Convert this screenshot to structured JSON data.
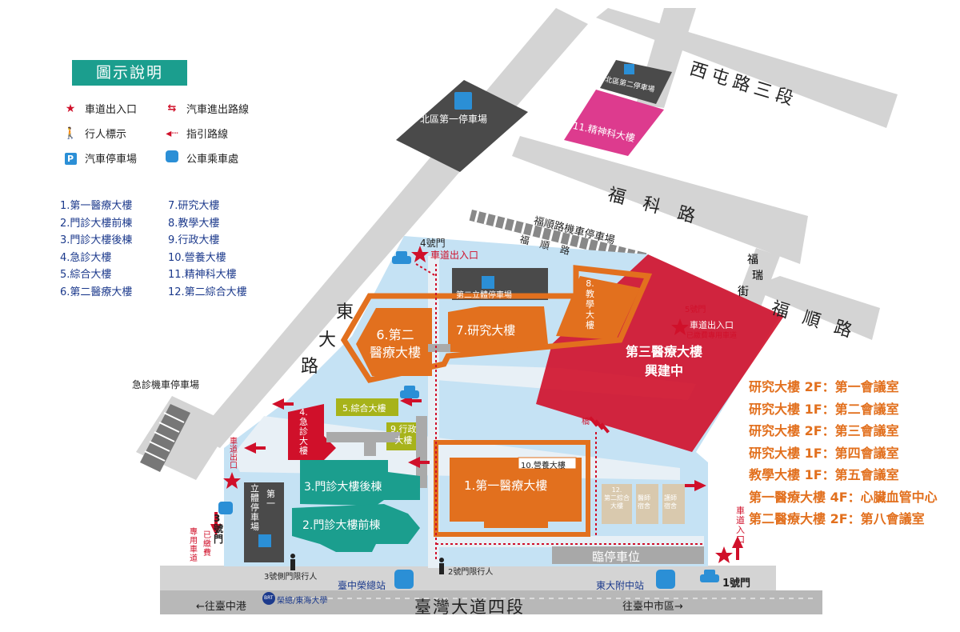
{
  "legend": {
    "title": "圖示說明",
    "items": {
      "entrance": "車道出入口",
      "car_route": "汽車進出路線",
      "pedestrian": "行人標示",
      "guide_route": "指引路線",
      "parking": "汽車停車場",
      "bus": "公車乘車處"
    },
    "parking_letter": "P"
  },
  "building_list": {
    "left": [
      "1.第一醫療大樓",
      "2.門診大樓前棟",
      "3.門診大樓後棟",
      "4.急診大樓",
      "5.綜合大樓",
      "6.第二醫療大樓"
    ],
    "right": [
      "7.研究大樓",
      "8.教學大樓",
      "9.行政大樓",
      "10.營養大樓",
      "11.精神科大樓",
      "12.第二綜合大樓"
    ]
  },
  "roads": {
    "xitun": "西屯路三段",
    "fuke": "福 科 路",
    "fushun": "福 順 路",
    "fushun_street": [
      "福",
      "瑞",
      "街"
    ],
    "dongda": [
      "東",
      "大",
      "路"
    ],
    "taiwan_blvd": "臺灣大道四段",
    "to_taichung_port": "←往臺中港",
    "to_downtown": "往臺中市區→",
    "fushun_moto": "福順路機車停車場",
    "fushun_lu_small": [
      "福",
      "順",
      "路"
    ]
  },
  "buildings": {
    "b1": "1.第一醫療大樓",
    "b2": "2.門診大樓前棟",
    "b3": "3.門診大樓後棟",
    "b4": [
      "4.",
      "急",
      "診",
      "大",
      "樓"
    ],
    "b5": "5.綜合大樓",
    "b6": [
      "6.第二",
      "醫療大樓"
    ],
    "b7": "7.研究大樓",
    "b8": [
      "8.",
      "教",
      "學",
      "大",
      "樓"
    ],
    "b9": [
      "9.行政",
      "大樓"
    ],
    "b10": "10.營養大樓",
    "b11": "11.精神科大樓",
    "b12": [
      "12.",
      "第二綜合",
      "大樓"
    ],
    "doctor_dorm": [
      "醫師",
      "宿舍"
    ],
    "nurse_dorm": [
      "護師",
      "宿舍"
    ],
    "third": [
      "第三醫療大樓",
      "興建中"
    ],
    "north_parking1": "北區第一停車場",
    "north_parking2": "北區第二停車場",
    "stereo_parking": [
      "立",
      "體",
      "停",
      "車",
      "場"
    ],
    "stereo_first": [
      "第",
      "一"
    ],
    "second_stereo": "第二立體停車場"
  },
  "labels": {
    "gate4": "4號門",
    "gate4_entry": "車道出入口",
    "gate5": "5號門",
    "gate5_entry": "車道出入口",
    "gate5_note": "已繳費專用車道",
    "gate3": [
      "3",
      "號",
      "門"
    ],
    "gate3_exit": [
      "車",
      "道",
      "出",
      "口"
    ],
    "gate3_note": [
      "已",
      "繳",
      "費"
    ],
    "gate3_note2": [
      "專",
      "用",
      "車",
      "道"
    ],
    "gate1": "1號門",
    "gate1_entry": [
      "車",
      "道",
      "入",
      "口"
    ],
    "gate3_side": "3號側門限行人",
    "gate2": "2號門限行人",
    "temp_parking": "臨停車位",
    "er_moto": "急診機車停車場",
    "bridge": "橋",
    "bus_taichung": "臺中榮總站",
    "bus_dongda": "東大附中站",
    "brt_badge": "BRT",
    "brt": "榮總/東海大學"
  },
  "rooms": [
    "研究大樓 2F：第一會議室",
    "研究大樓 1F：第二會議室",
    "研究大樓 2F：第三會議室",
    "研究大樓 1F：第四會議室",
    "教學大樓 1F：第五會議室",
    "第一醫療大樓 4F：心臟血管中心",
    "第二醫療大樓 2F：第八會議室"
  ],
  "colors": {
    "campus": "#c5e2f4",
    "road": "#d4d4d4",
    "orange": "#e2701e",
    "red": "#d0102a",
    "teal": "#1b9e8e",
    "olive": "#a7b31a",
    "gray_bldg": "#4a4a4a",
    "magenta": "#dd3b8e",
    "tan": "#d9c9ae"
  }
}
